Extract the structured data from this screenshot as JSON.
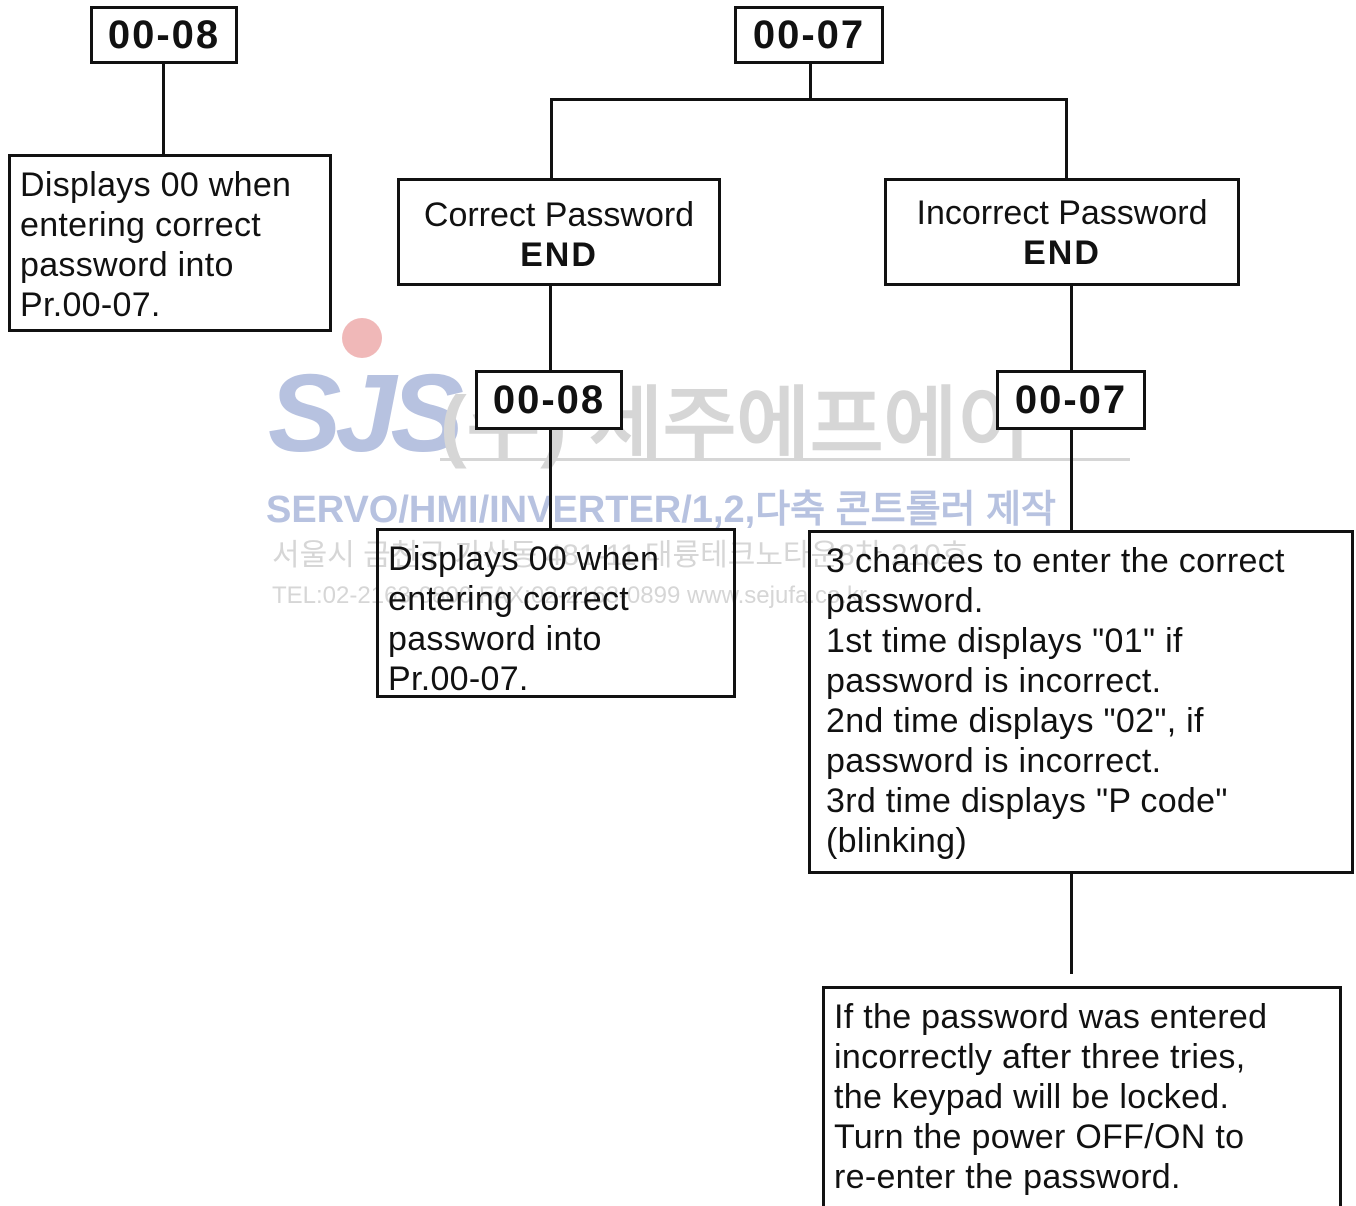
{
  "colors": {
    "line": "#111111",
    "background": "#ffffff",
    "watermark_blue": "#b7c2e0",
    "watermark_red": "#f0b8b8",
    "watermark_gray": "#d6d6d6"
  },
  "left_branch": {
    "param": "00-08",
    "note": [
      "Displays 00 when",
      "entering correct",
      "password into",
      "Pr.00-07."
    ]
  },
  "root": {
    "param": "00-07"
  },
  "correct_branch": {
    "title": "Correct Password",
    "end_label": "END",
    "param": "00-08",
    "note": [
      "Displays 00 when",
      "entering correct",
      "password into",
      "Pr.00-07."
    ]
  },
  "incorrect_branch": {
    "title": "Incorrect Password",
    "end_label": "END",
    "param": "00-07",
    "note": [
      "3 chances to enter the correct",
      "password.",
      "1st time displays \"01\" if",
      "password is incorrect.",
      "2nd time displays \"02\", if",
      "password is incorrect.",
      "3rd time displays \"P code\"",
      "(blinking)"
    ],
    "lock_note": [
      "If the password was entered",
      "incorrectly after three tries,",
      "the keypad will be locked.",
      "Turn the power OFF/ON to",
      "re-enter the password."
    ]
  },
  "watermark": {
    "logo": "SJS",
    "company": "(주) 세주에프에이",
    "tagline": "SERVO/HMI/INVERTER/1,2,다축 콘트롤러 제작",
    "address": "서울시 금천구 가산동 481-11 대륭테크노타운8차 210호",
    "contact": "TEL:02-2163-0800  FAX:02-2163-0899  www.sejufa.co.kr"
  }
}
